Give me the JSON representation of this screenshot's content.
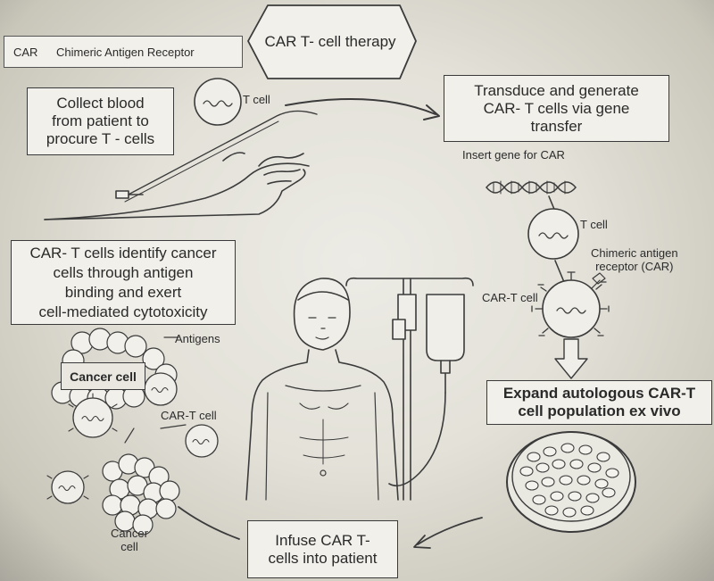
{
  "title": "CAR T- cell therapy",
  "legend": {
    "abbreviation": "CAR",
    "definition": "Chimeric Antigen Receptor"
  },
  "steps": {
    "collect": "Collect blood\nfrom patient to\nprocure T - cells",
    "transduce": "Transduce and generate\nCAR- T cells via gene\ntransfer",
    "expand": "Expand autologous CAR-T\ncell population ex vivo",
    "infuse": "Infuse CAR T-\ncells into patient",
    "identify": "CAR- T cells identify cancer\ncells through antigen\nbinding and exert\ncell-mediated cytotoxicity"
  },
  "labels": {
    "t_cell_top": "T cell",
    "insert_gene": "Insert gene for CAR",
    "t_cell_right": "T cell",
    "chimeric_receptor": "Chimeric antigen\nreceptor (CAR)",
    "car_t_cell_right": "CAR-T cell",
    "antigens": "Antigens",
    "cancer_cell_box": "Cancer cell",
    "car_t_cell_left": "CAR-T cell",
    "cancer_cell_bottom": "Cancer\ncell"
  },
  "colors": {
    "background": "#e3e1d8",
    "ink": "#2a2a2a",
    "box_fill": "#f1f0ea"
  }
}
